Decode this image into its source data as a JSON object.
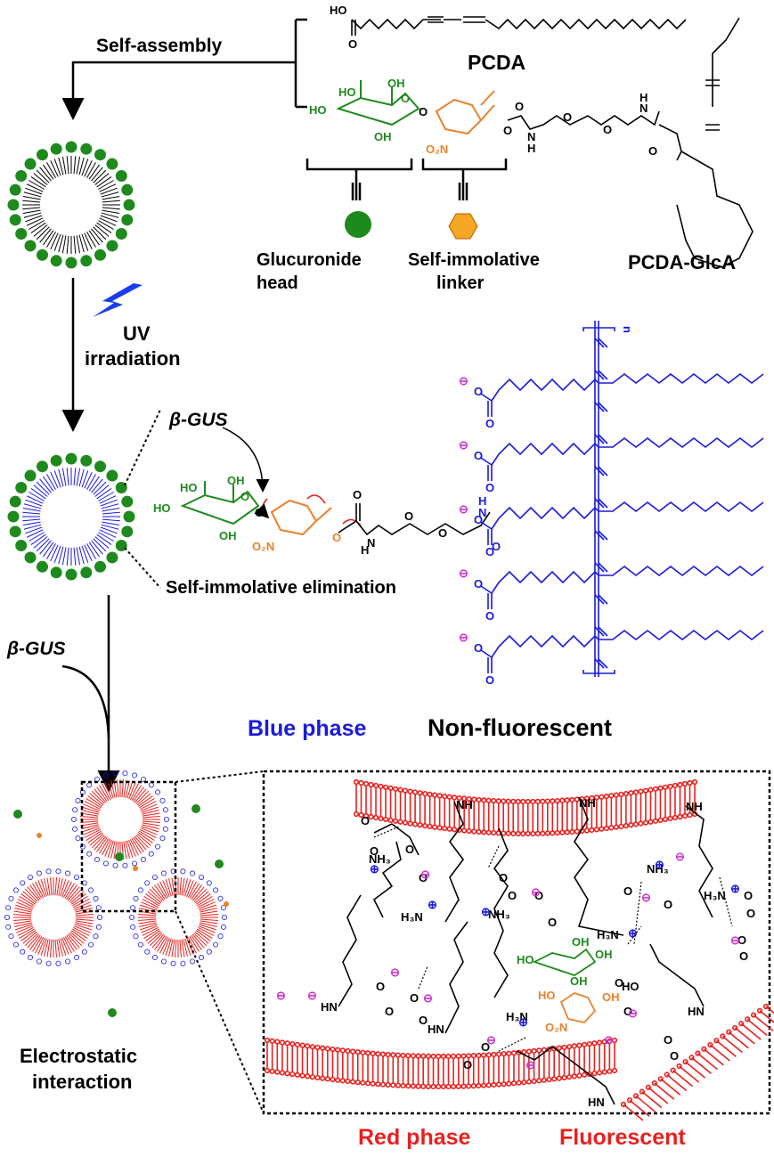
{
  "labels": {
    "self_assembly": "Self-assembly",
    "pcda": "PCDA",
    "pcda_glca": "PCDA-GlcA",
    "glucuronide_head_line1": "Glucuronide",
    "glucuronide_head_line2": "head",
    "linker_line1": "Self-immolative",
    "linker_line2": "linker",
    "uv_line1": "UV",
    "uv_line2": "irradiation",
    "beta_gus_top": "β-GUS",
    "self_immolative_elimination": "Self-immolative elimination",
    "beta_gus_left": "β-GUS",
    "blue_phase": "Blue phase",
    "non_fluorescent": "Non-fluorescent",
    "electrostatic_line1": "Electrostatic",
    "electrostatic_line2": "interaction",
    "red_phase": "Red phase",
    "fluorescent": "Fluorescent",
    "polymer_n": "n"
  },
  "atoms": {
    "ho": "HO",
    "oh": "OH",
    "o": "O",
    "n": "N",
    "h": "H",
    "no2": "O₂N",
    "nh": "NH",
    "hn": "HN",
    "nh3": "NH₃",
    "h3n": "H₃N",
    "neg": "⊖",
    "pos": "⊕"
  },
  "colors": {
    "black": "#000000",
    "glucuronide_green": "#1e8a1e",
    "linker_orange": "#e8822e",
    "blue_phase": "#1a1adc",
    "red_phase": "#e8201e",
    "charge_magenta": "#cc33cc",
    "lightning": "#1a3cf0"
  },
  "icons": {
    "lightning": "lightning-bolt-icon",
    "green_dot": "glucuronide-dot-icon",
    "orange_hexagon": "linker-hexagon-icon"
  }
}
